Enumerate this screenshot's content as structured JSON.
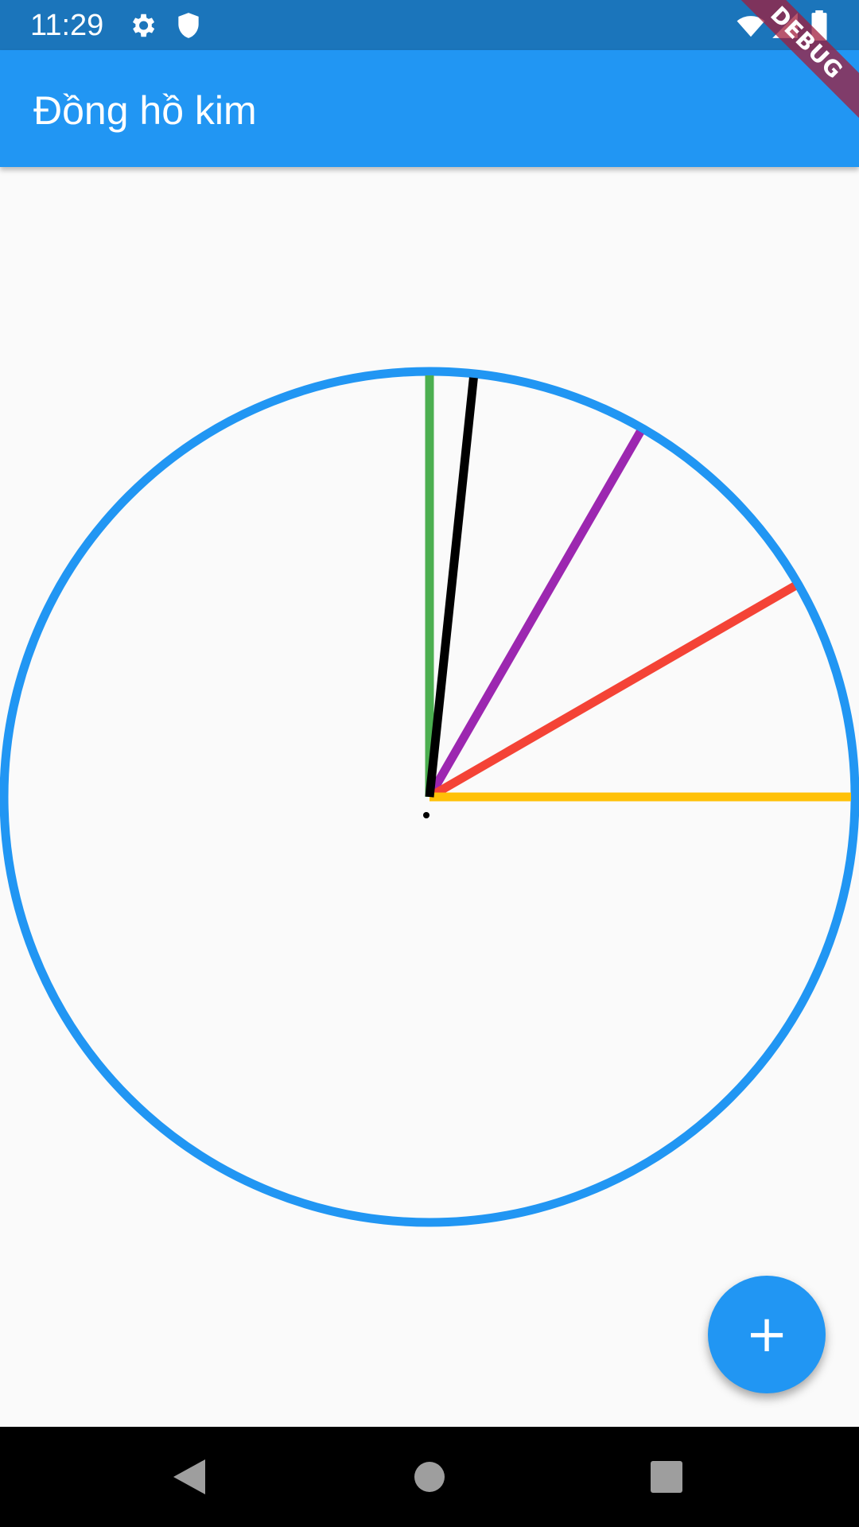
{
  "status_bar": {
    "time": "11:29",
    "icons": [
      "settings-icon",
      "shield-icon",
      "wifi-icon",
      "cell-signal-icon",
      "battery-icon"
    ]
  },
  "app_bar": {
    "title": "Đồng hồ kim"
  },
  "debug_banner": {
    "label": "DEBUG"
  },
  "clock": {
    "face_color": "#2196f3",
    "hands": [
      {
        "name": "green-hand",
        "color": "#4caf50",
        "angle_deg": 0
      },
      {
        "name": "black-hand",
        "color": "#000000",
        "angle_deg": 6
      },
      {
        "name": "purple-hand",
        "color": "#9c27b0",
        "angle_deg": 30
      },
      {
        "name": "red-hand",
        "color": "#f44336",
        "angle_deg": 60
      },
      {
        "name": "yellow-hand",
        "color": "#ffc107",
        "angle_deg": 90
      }
    ]
  },
  "fab": {
    "label": "+",
    "color": "#2196f3"
  },
  "nav_bar": {
    "buttons": [
      "back-icon",
      "home-icon",
      "recents-icon"
    ]
  }
}
